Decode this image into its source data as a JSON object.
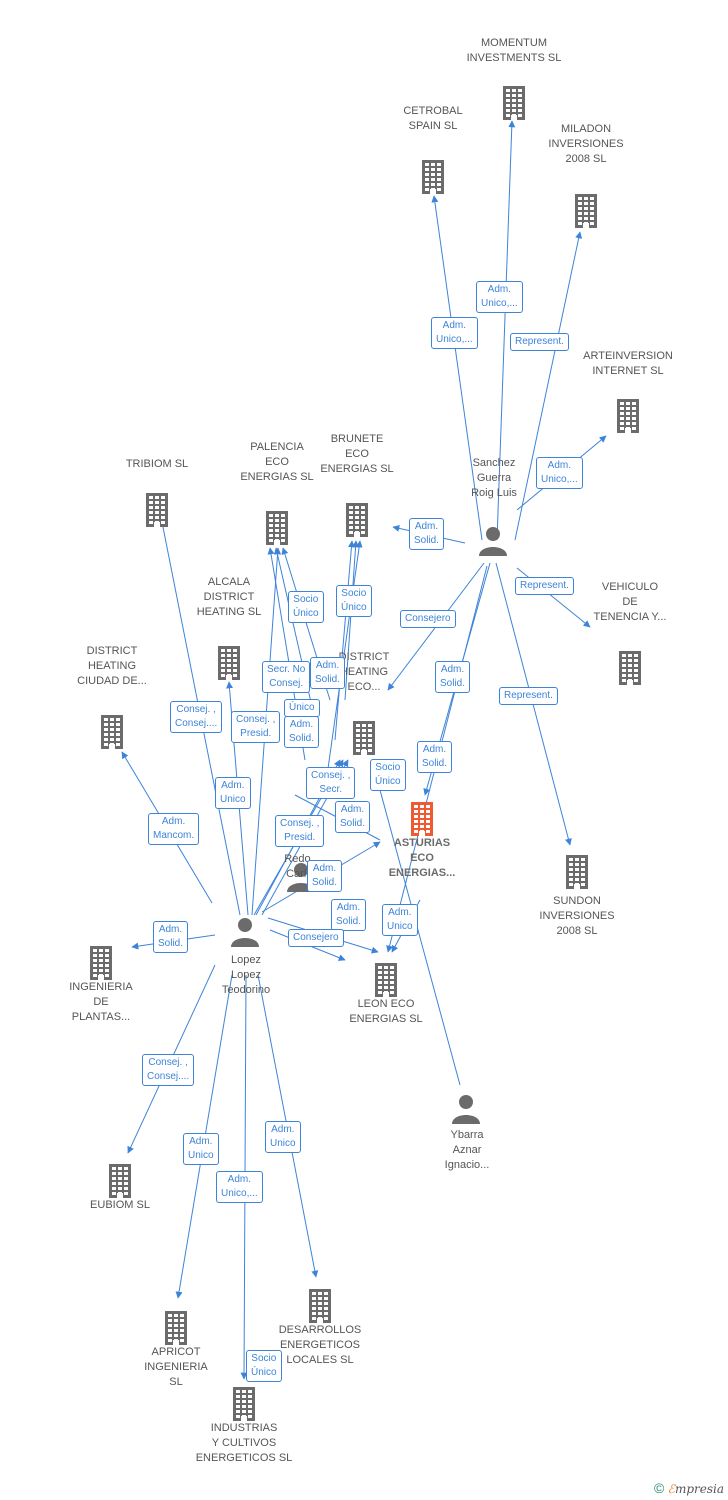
{
  "colors": {
    "edge": "#3d84d8",
    "building": "#6b6b6b",
    "focus": "#ef5a33",
    "person": "#6b6b6b"
  },
  "nodes": [
    {
      "id": "momentum",
      "type": "company",
      "label": "MOMENTUM\nINVESTMENTS SL"
    },
    {
      "id": "cetrobal",
      "type": "company",
      "label": "CETROBAL\nSPAIN  SL"
    },
    {
      "id": "miladon",
      "type": "company",
      "label": "MILADON\nINVERSIONES\n2008 SL"
    },
    {
      "id": "arteinversion",
      "type": "company",
      "label": "ARTEINVERSION\nINTERNET SL"
    },
    {
      "id": "sanchez",
      "type": "person",
      "label": "Sanchez\nGuerra\nRoig Luis"
    },
    {
      "id": "tribiom",
      "type": "company",
      "label": "TRIBIOM SL"
    },
    {
      "id": "palencia",
      "type": "company",
      "label": "PALENCIA\nECO\nENERGIAS  SL"
    },
    {
      "id": "brunete",
      "type": "company",
      "label": "BRUNETE\nECO\nENERGIAS  SL"
    },
    {
      "id": "vehiculo",
      "type": "company",
      "label": "VEHICULO\nDE\nTENENCIA Y..."
    },
    {
      "id": "alcala",
      "type": "company",
      "label": "ALCALA\nDISTRICT\nHEATING  SL"
    },
    {
      "id": "dh_ciudad",
      "type": "company",
      "label": "DISTRICT\nHEATING\nCIUDAD DE..."
    },
    {
      "id": "dh_eco",
      "type": "company",
      "label": "DISTRICT\nHEATING\nECO..."
    },
    {
      "id": "asturias",
      "type": "company",
      "focus": true,
      "label": "ASTURIAS\nECO\nENERGIAS..."
    },
    {
      "id": "sundon",
      "type": "company",
      "label": "SUNDON\nINVERSIONES\n2008 SL"
    },
    {
      "id": "derivas",
      "type": "person",
      "label": "De R...\nRedo...\nCarlos"
    },
    {
      "id": "lopez",
      "type": "person",
      "label": "Lopez\nLopez\nTeodorino"
    },
    {
      "id": "ingenieria",
      "type": "company",
      "label": "INGENIERIA\nDE\nPLANTAS..."
    },
    {
      "id": "leon",
      "type": "company",
      "label": "LEON ECO\nENERGIAS  SL"
    },
    {
      "id": "ybarra",
      "type": "person",
      "label": "Ybarra\nAznar\nIgnacio..."
    },
    {
      "id": "eubiom",
      "type": "company",
      "label": "EUBIOM SL"
    },
    {
      "id": "apricot",
      "type": "company",
      "label": "APRICOT\nINGENIERIA\nSL"
    },
    {
      "id": "desarrollos",
      "type": "company",
      "label": "DESARROLLOS\nENERGETICOS\nLOCALES SL"
    },
    {
      "id": "industrias",
      "type": "company",
      "label": "INDUSTRIAS\nY CULTIVOS\nENERGETICOS SL"
    }
  ],
  "relations": [
    {
      "label": "Adm.\nUnico,..."
    },
    {
      "label": "Adm.\nUnico,..."
    },
    {
      "label": "Represent."
    },
    {
      "label": "Adm.\nUnico,..."
    },
    {
      "label": "Adm.\nSolid."
    },
    {
      "label": "Represent."
    },
    {
      "label": "Consejero"
    },
    {
      "label": "Adm.\nSolid."
    },
    {
      "label": "Represent."
    },
    {
      "label": "Adm.\nSolid."
    },
    {
      "label": "Socio\nÚnico"
    },
    {
      "label": "Socio\nÚnico"
    },
    {
      "label": "Adm.\nSolid."
    },
    {
      "label": "Secr.  No\nConsej."
    },
    {
      "label": "Único"
    },
    {
      "label": "Adm.\nSolid."
    },
    {
      "label": "Consej. ,\nConsej...."
    },
    {
      "label": "Consej. ,\nPresid."
    },
    {
      "label": "Adm.\nUnico"
    },
    {
      "label": "Adm.\nMancom."
    },
    {
      "label": "Consej. ,\nSecr."
    },
    {
      "label": "Socio\nÚnico"
    },
    {
      "label": "Adm.\nSolid."
    },
    {
      "label": "Consej. ,\nPresid."
    },
    {
      "label": "Adm.\nSolid."
    },
    {
      "label": "Adm.\nSolid."
    },
    {
      "label": "Consejero"
    },
    {
      "label": "Adm.\nUnico"
    },
    {
      "label": "Adm.\nSolid."
    },
    {
      "label": "Consej. ,\nConsej...."
    },
    {
      "label": "Adm.\nUnico"
    },
    {
      "label": "Adm.\nUnico"
    },
    {
      "label": "Adm.\nUnico,..."
    },
    {
      "label": "Socio\nÚnico"
    }
  ],
  "footer": {
    "copyright": "©",
    "brand_e": "ℰ",
    "brand_rest": "mpresia"
  }
}
